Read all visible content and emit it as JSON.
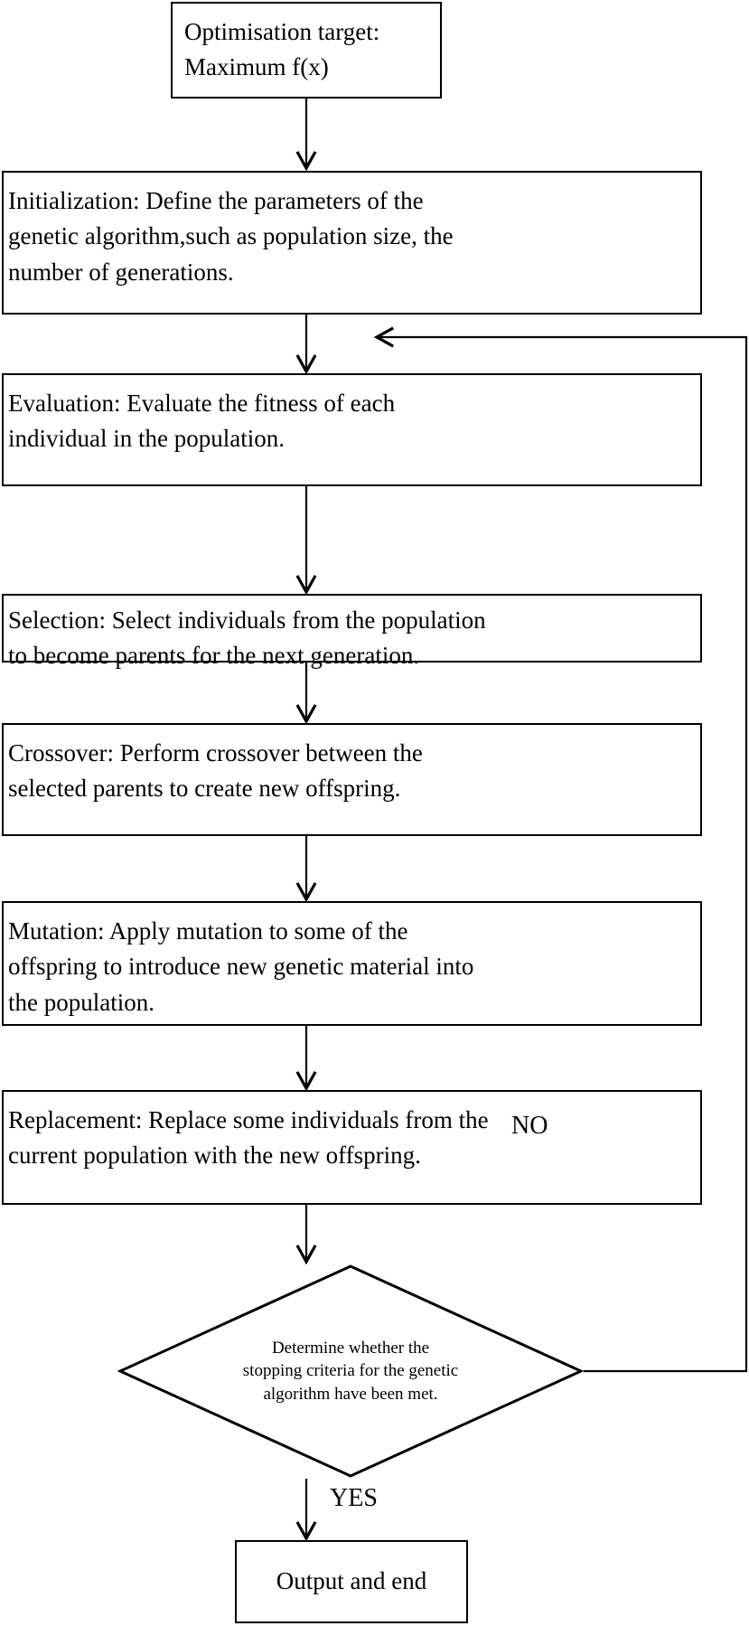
{
  "diagram": {
    "title": "Genetic algorithm flowchart",
    "type": "flowchart",
    "stroke_color": "#000000",
    "fill_color": "#ffffff"
  },
  "nodes": {
    "target": {
      "id": "optimisation-target",
      "shape": "rectangle",
      "text": "Optimisation target:\nMaximum f(x)"
    },
    "initialization": {
      "id": "initialization",
      "shape": "rectangle",
      "text": "Initialization: Define the parameters of the\ngenetic algorithm,such as population size, the\nnumber of generations."
    },
    "evaluation": {
      "id": "evaluation",
      "shape": "rectangle",
      "text": "Evaluation: Evaluate the fitness of each\nindividual in the population."
    },
    "selection": {
      "id": "selection",
      "shape": "rectangle",
      "text": "Selection: Select individuals from the population\nto become parents for the next generation."
    },
    "crossover": {
      "id": "crossover",
      "shape": "rectangle",
      "text": "Crossover: Perform crossover between the\nselected parents to create new offspring."
    },
    "mutation": {
      "id": "mutation",
      "shape": "rectangle",
      "text": "Mutation: Apply mutation to some of the\noffspring to introduce new genetic material into\nthe population."
    },
    "replacement": {
      "id": "replacement",
      "shape": "rectangle",
      "text": "Replacement: Replace some individuals from the\ncurrent population with the new offspring."
    },
    "decision": {
      "id": "stopping-criteria-decision",
      "shape": "diamond",
      "text": "Determine whether the\nstopping criteria for the genetic\nalgorithm have been met."
    },
    "output": {
      "id": "output-and-end",
      "shape": "rectangle",
      "text": "Output and end"
    }
  },
  "edges": [
    {
      "from": "target",
      "to": "initialization",
      "label": ""
    },
    {
      "from": "initialization",
      "to": "evaluation",
      "label": ""
    },
    {
      "from": "evaluation",
      "to": "selection",
      "label": ""
    },
    {
      "from": "selection",
      "to": "crossover",
      "label": ""
    },
    {
      "from": "crossover",
      "to": "mutation",
      "label": ""
    },
    {
      "from": "mutation",
      "to": "replacement",
      "label": ""
    },
    {
      "from": "replacement",
      "to": "decision",
      "label": ""
    },
    {
      "from": "decision",
      "to": "evaluation",
      "label": "NO"
    },
    {
      "from": "decision",
      "to": "output",
      "label": "YES"
    }
  ],
  "labels": {
    "no": "NO",
    "yes": "YES"
  }
}
